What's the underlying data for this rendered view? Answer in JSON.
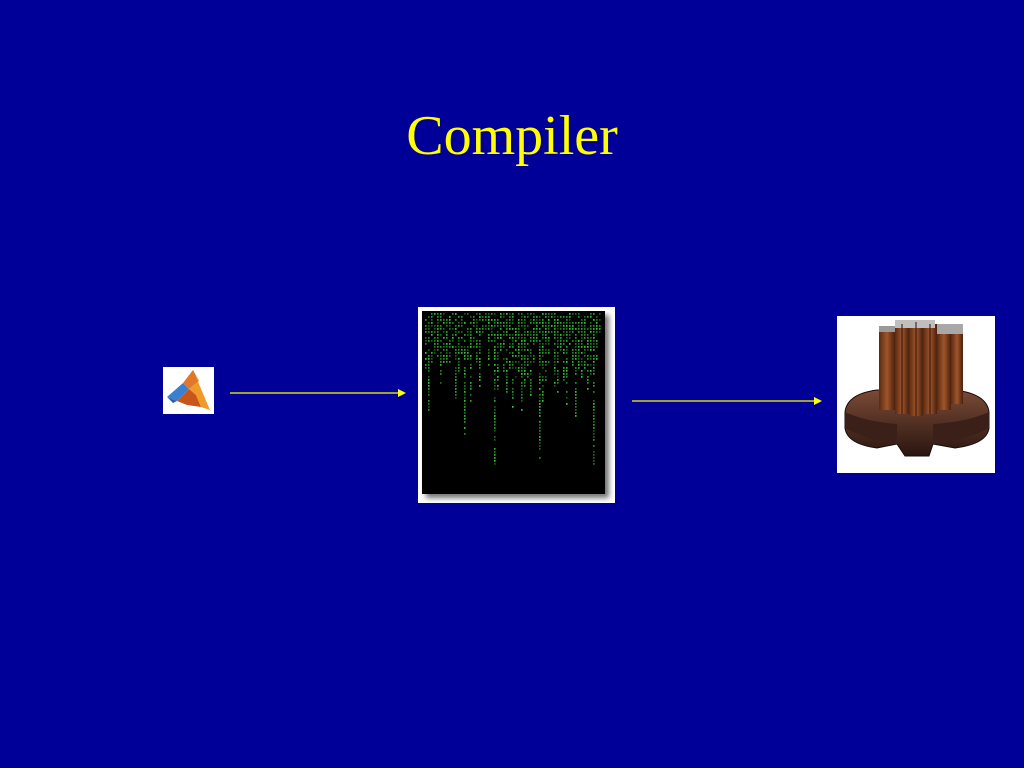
{
  "slide": {
    "title": "Compiler"
  },
  "colors": {
    "background": "#000099",
    "title": "#ffff00",
    "arrow": "#ffff00",
    "code_rain": "#33cc33"
  },
  "icons": {
    "source": "matlab-logo-icon",
    "intermediate": "matrix-code-rain-image",
    "target": "cray-supercomputer-image"
  }
}
